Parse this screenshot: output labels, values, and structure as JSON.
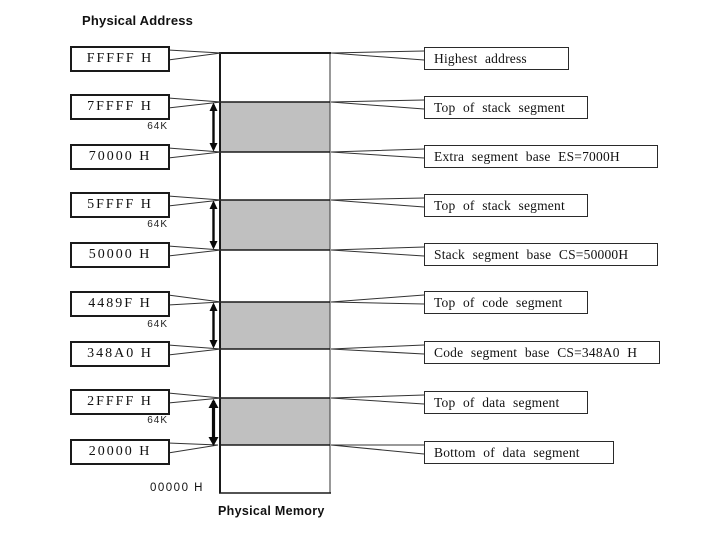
{
  "slide": {
    "title": "Physical Address",
    "memory_caption": "Physical Memory",
    "origin_address": "00000 H"
  },
  "rows": [
    {
      "address": "FFFFF H",
      "label": "Highest address"
    },
    {
      "address": "7FFFF H",
      "label": "Top of stack segment"
    },
    {
      "address": "70000 H",
      "label": "Extra segment base ES=7000H"
    },
    {
      "address": "5FFFF H",
      "label": "Top of stack segment"
    },
    {
      "address": "50000 H",
      "label": "Stack segment base CS=50000H"
    },
    {
      "address": "4489F H",
      "label": "Top of code segment"
    },
    {
      "address": "348A0 H",
      "label": "Code segment base CS=348A0 H"
    },
    {
      "address": "2FFFF H",
      "label": "Top of data segment"
    },
    {
      "address": "20000 H",
      "label": "Bottom of data segment"
    }
  ],
  "segments": [
    {
      "size": "64K"
    },
    {
      "size": "64K"
    },
    {
      "size": "64K"
    },
    {
      "size": "64K"
    }
  ],
  "colors": {
    "segment_fill": "#c0c0c0",
    "line": "#1a1a1a"
  }
}
